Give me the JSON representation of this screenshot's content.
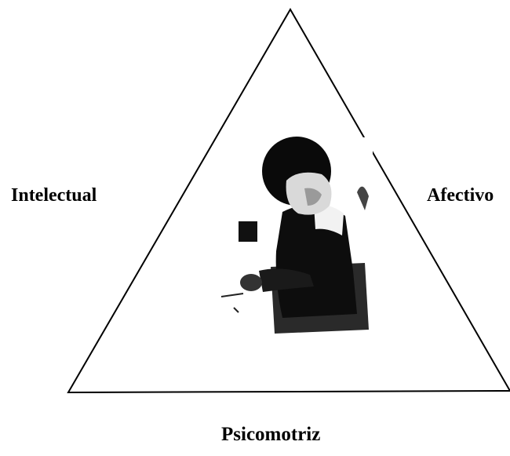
{
  "diagram": {
    "labels": {
      "left": "Intelectual",
      "right": "Afectivo",
      "bottom": "Psicomotriz"
    },
    "center_image": "child-photo-grayscale",
    "colors": {
      "line": "#000000",
      "text": "#000000",
      "background": "#ffffff"
    }
  }
}
